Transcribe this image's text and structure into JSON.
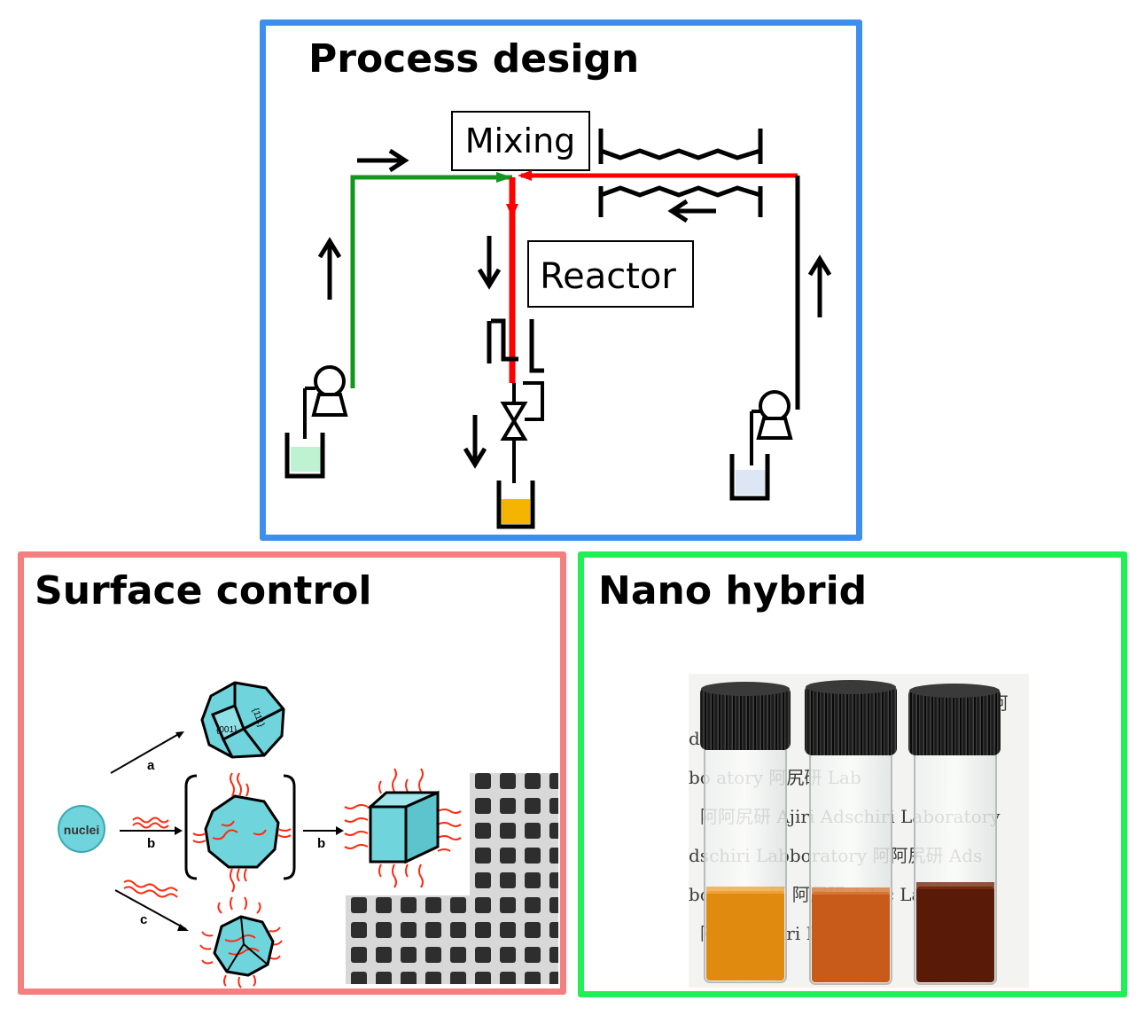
{
  "panels": {
    "process": {
      "title": "Process design",
      "border_color": "#3d8fef"
    },
    "surface": {
      "title": "Surface control",
      "border_color": "#f47f7f"
    },
    "nano": {
      "title": "Nano hybrid",
      "border_color": "#22ee55"
    }
  },
  "process_diagram": {
    "mixing_label": "Mixing",
    "reactor_label": "Reactor",
    "colors": {
      "feed_left": "#11961e",
      "feed_right": "#ff0000",
      "outlet": "#f5b400",
      "tank_left": "#bff2d0",
      "tank_right": "#dde6f4"
    }
  },
  "surface_diagram": {
    "nuclei_label": "nuclei",
    "path_labels": [
      "a",
      "b",
      "b",
      "c"
    ],
    "facet_labels": [
      "{001}",
      "{111}"
    ],
    "colors": {
      "crystal": "#6fd4dc",
      "ligand": "#ff2a10"
    }
  },
  "vials": {
    "count": 3,
    "liquid_colors": [
      "#e08a10",
      "#c85a1a",
      "#5a1a08"
    ],
    "cap_color": "#2a2a2a",
    "background_text_lines": [
      "y 阿",
      "ds                                    Adsc",
      "bo              atory            阿尻研 Lab",
      "阿阿尻研 Ajiri Adschiri Laboratory",
      "dschiri Labboratory 阿阿尻研 Ads",
      "bo    atory  阿 阿尻研  Adsc   Lab",
      "阿          Ads    Ajiri Lab     ory"
    ]
  }
}
